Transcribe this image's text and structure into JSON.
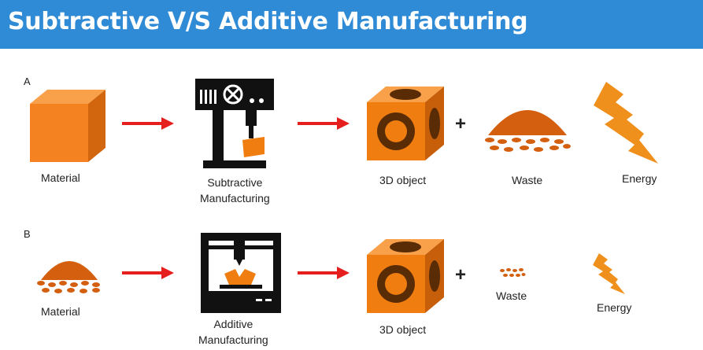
{
  "header": {
    "title": "Subtractive V/S Additive Manufacturing"
  },
  "rows": [
    {
      "letter": "A",
      "input_label": "Material",
      "process_label_line1": "Subtractive",
      "process_label_line2": "Manufacturing",
      "output_label": "3D object",
      "waste_label": "Waste",
      "energy_label": "Energy"
    },
    {
      "letter": "B",
      "input_label": "Material",
      "process_label_line1": "Additive",
      "process_label_line2": "Manufacturing",
      "output_label": "3D object",
      "waste_label": "Waste",
      "energy_label": "Energy"
    }
  ],
  "plus_sign": "+",
  "colors": {
    "header": "#2f8bd6",
    "accent_orange": "#f07d10",
    "arrow_red": "#e51e1e"
  },
  "icons": {
    "material_row_a": "orange-cube-icon",
    "material_row_b": "powder-pile-icon",
    "process_row_a": "drill-press-machine-icon",
    "process_row_b": "3d-printer-icon",
    "output": "lattice-cube-icon",
    "waste": "powder-pile-icon",
    "energy": "lightning-bolt-icon"
  }
}
